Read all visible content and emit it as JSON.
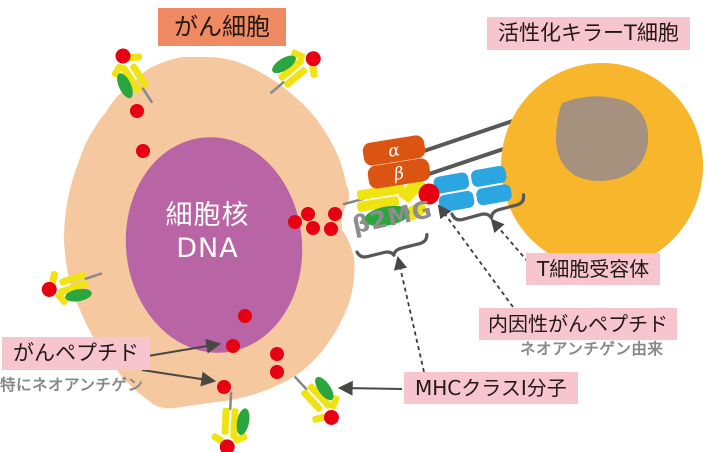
{
  "labels": {
    "cancer_cell": "がん細胞",
    "killer_t_cell": "活性化キラーT細胞"
  },
  "nucleus": {
    "line1": "細胞核",
    "line2": "DNA"
  },
  "receptor": {
    "alpha": "α",
    "beta": "β",
    "b2mg": "β2MG"
  },
  "annotations": {
    "t_cell_receptor": "T細胞受容体",
    "endogenous_peptide": "内因性がんペプチド",
    "endogenous_peptide_sub": "ネオアンチゲン由来",
    "cancer_peptide": "がんペプチド",
    "cancer_peptide_sub": "特にネオアンチゲン",
    "mhc_class1": "MHCクラスⅠ分子"
  },
  "colors": {
    "cancer_cell_body": "#F5C89F",
    "cancer_cell_nucleus": "#B964A4",
    "t_cell_body": "#F8B62D",
    "t_cell_nucleus": "#A6907E",
    "mhc_yellow": "#F0E312",
    "mhc_green": "#2BA63E",
    "peptide_red": "#E60012",
    "tcr_blue": "#2CA6E0",
    "receptor_chain_orange": "#DC5412",
    "label_pink_bg": "#F6C5CE",
    "label_salmon_bg": "#EF8A62",
    "sub_label_gray": "#898989",
    "connector_gray": "#595757"
  }
}
